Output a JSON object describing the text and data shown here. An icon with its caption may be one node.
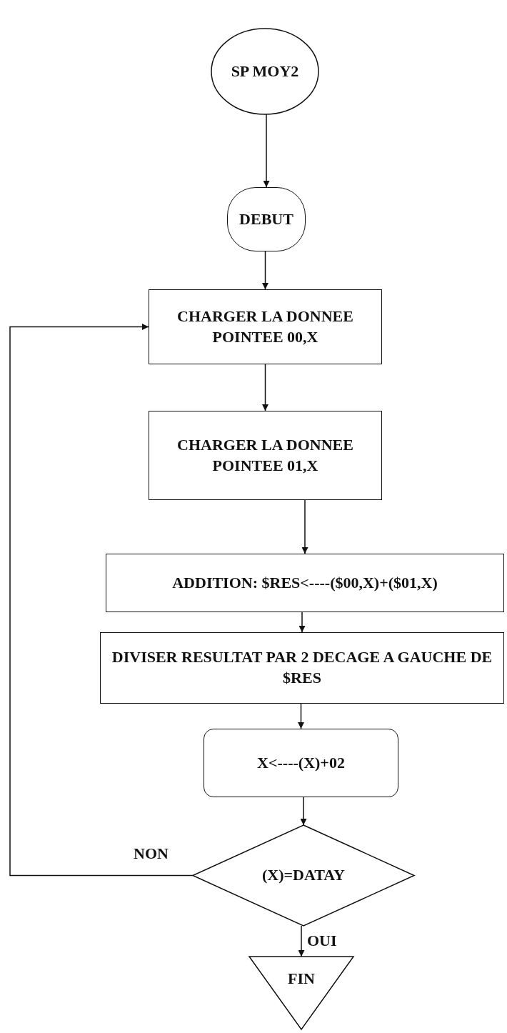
{
  "diagram": {
    "nodes": [
      {
        "text": [
          "SP MOY2"
        ]
      },
      {
        "text": [
          "DEBUT"
        ]
      },
      {
        "text": [
          "CHARGER LA DONNEE POINTEE 00,X"
        ]
      },
      {
        "text": [
          "CHARGER LA DONNEE POINTEE 01,X"
        ]
      },
      {
        "text": [
          "ADDITION: $RES<----($00,X)+($01,X)"
        ]
      },
      {
        "text": [
          "DIVISER RESULTAT PAR 2 DECAGE A GAUCHE DE $RES"
        ]
      },
      {
        "text": [
          "X<----(X)+02"
        ]
      },
      {
        "text": [
          "(X)=DATAY"
        ]
      },
      {
        "text": [
          "FIN"
        ]
      }
    ],
    "edges": [
      {
        "from": 0,
        "to": 1,
        "arrow": "to"
      },
      {
        "from": 1,
        "to": 2,
        "arrow": "to"
      },
      {
        "from": 2,
        "to": 3,
        "arrow": "to"
      },
      {
        "from": 3,
        "to": 4,
        "arrow": "to"
      },
      {
        "from": 4,
        "to": 5,
        "arrow": "to"
      },
      {
        "from": 5,
        "to": 6,
        "arrow": "to"
      },
      {
        "from": 6,
        "to": 7,
        "arrow": "to"
      },
      {
        "from": 7,
        "to": 2,
        "arrow": "to",
        "label": "NON"
      },
      {
        "from": 7,
        "to": 8,
        "arrow": "to",
        "label": "OUI"
      }
    ]
  }
}
